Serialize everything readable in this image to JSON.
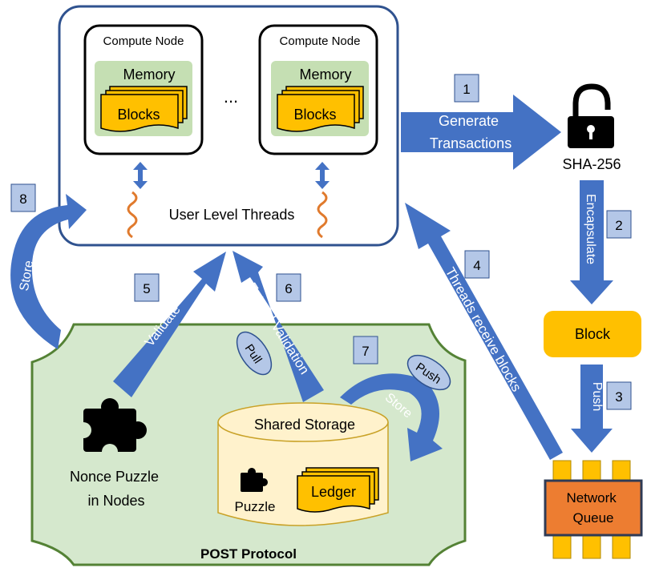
{
  "diagram": {
    "compute_node_title": "Compute Node",
    "memory_label": "Memory",
    "blocks_label": "Blocks",
    "ellipsis": "...",
    "user_level_threads": "User Level Threads",
    "sha_label": "SHA-256",
    "block_label": "Block",
    "network_queue_lines": [
      "Network",
      "Queue"
    ],
    "post_protocol": "POST Protocol",
    "nonce_puzzle_lines": [
      "Nonce Puzzle",
      "in Nodes"
    ],
    "shared_storage": "Shared Storage",
    "puzzle_label": "Puzzle",
    "ledger_label": "Ledger",
    "pull_label": "Pull",
    "push_label": "Push",
    "arrows": {
      "generate_lines": [
        "Generate",
        "Transactions"
      ],
      "encapsulate": "Encapsulate",
      "push": "Push",
      "threads_receive": "Threads receive blocks",
      "validate": "Validate",
      "extend_validation": "Extend Validation",
      "store": "Store"
    },
    "steps": [
      "1",
      "2",
      "3",
      "4",
      "5",
      "6",
      "7",
      "8"
    ]
  },
  "colors": {
    "arrow_blue": "#4472c4",
    "step_box": "#b4c7e7",
    "post_fill": "#d5e8cd",
    "post_border": "#548235",
    "memory_fill": "#c5dfb3",
    "blocks_fill": "#ffc000",
    "queue_fill": "#ed7d31",
    "storage_fill": "#fff2cc",
    "thread_squiggle": "#e07a2d",
    "node_border": "#2f528f"
  }
}
